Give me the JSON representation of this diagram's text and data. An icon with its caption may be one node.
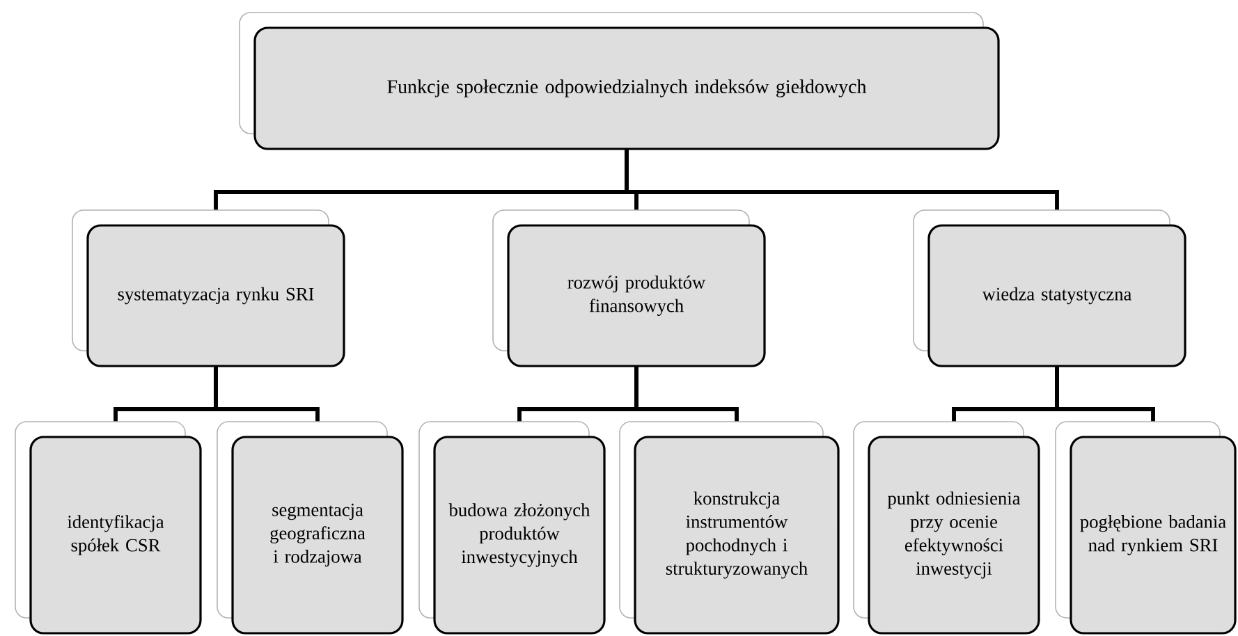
{
  "diagram": {
    "nodes": [
      {
        "text": [
          "Funkcje społecznie odpowiedzialnych indeksów giełdowych"
        ]
      },
      {
        "text": [
          "systematyzacja rynku SRI"
        ]
      },
      {
        "text": [
          "rozwój produktów finansowych"
        ]
      },
      {
        "text": [
          "wiedza statystyczna"
        ]
      },
      {
        "text": [
          "identyfikacja spółek CSR"
        ]
      },
      {
        "text": [
          "segmentacja geograficzna i rodzajowa"
        ]
      },
      {
        "text": [
          "budowa złożonych produktów inwestycyjnych"
        ]
      },
      {
        "text": [
          "konstrukcja instrumentów pochodnych i strukturyzowanych"
        ]
      },
      {
        "text": [
          "punkt odniesienia przy ocenie efektywności inwestycji"
        ]
      },
      {
        "text": [
          "pogłębione badania nad rynkiem SRI"
        ]
      }
    ],
    "edges": [
      {
        "from": 0,
        "to": 1,
        "arrow": "none"
      },
      {
        "from": 0,
        "to": 2,
        "arrow": "none"
      },
      {
        "from": 0,
        "to": 3,
        "arrow": "none"
      },
      {
        "from": 1,
        "to": 4,
        "arrow": "none"
      },
      {
        "from": 1,
        "to": 5,
        "arrow": "none"
      },
      {
        "from": 2,
        "to": 6,
        "arrow": "none"
      },
      {
        "from": 2,
        "to": 7,
        "arrow": "none"
      },
      {
        "from": 3,
        "to": 8,
        "arrow": "none"
      },
      {
        "from": 3,
        "to": 9,
        "arrow": "none"
      }
    ]
  }
}
